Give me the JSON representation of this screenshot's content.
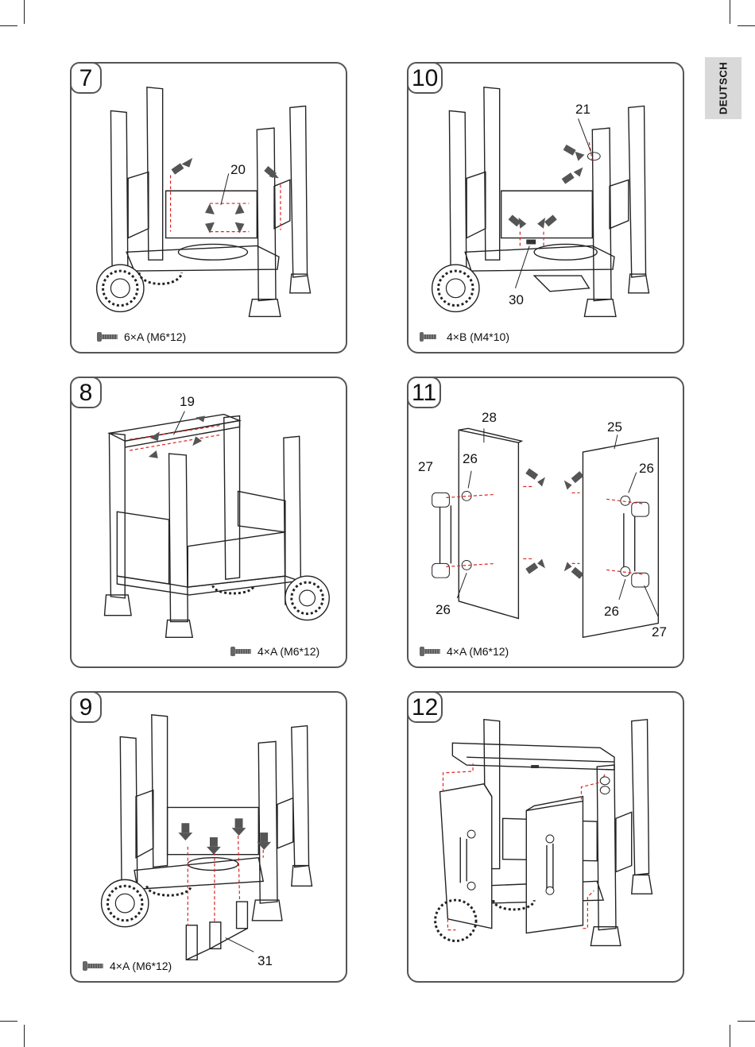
{
  "language_tab": "DEUTSCH",
  "steps": [
    {
      "number": "7",
      "screws": "6×A (M6*12)",
      "callouts": [
        "20"
      ]
    },
    {
      "number": "10",
      "screws": "4×B (M4*10)",
      "callouts": [
        "21",
        "30"
      ]
    },
    {
      "number": "8",
      "screws": "4×A (M6*12)",
      "callouts": [
        "19"
      ]
    },
    {
      "number": "11",
      "screws": "4×A (M6*12)",
      "callouts": [
        "28",
        "25",
        "27",
        "26",
        "26",
        "26",
        "26",
        "27"
      ]
    },
    {
      "number": "9",
      "screws": "4×A (M6*12)",
      "callouts": [
        "31"
      ]
    },
    {
      "number": "12",
      "screws": "",
      "callouts": []
    }
  ]
}
